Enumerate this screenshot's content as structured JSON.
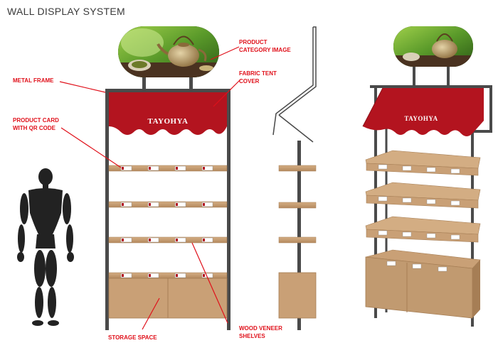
{
  "title": "WALL DISPLAY SYSTEM",
  "brand": "TAYOHYA",
  "callouts": {
    "product_image": [
      "PRODUCT",
      "CATEGORY IMAGE"
    ],
    "metal_frame": [
      "METAL FRAME"
    ],
    "fabric_cover": [
      "FABRIC TENT",
      "COVER"
    ],
    "product_card": [
      "PRODUCT CARD",
      "WITH QR CODE"
    ],
    "storage": [
      "STORAGE SPACE"
    ],
    "shelves": [
      "WOOD VENEER",
      "SHELVES"
    ]
  },
  "colors": {
    "frame": "#4a4a4a",
    "fabric": "#b3141f",
    "wood": "#c9a076",
    "wood_dark": "#a67e55",
    "callout": "#e0101a",
    "mannequin": "#222222",
    "card": "#ffffff"
  },
  "icons": [
    "mannequin-figure",
    "teapot-image"
  ]
}
